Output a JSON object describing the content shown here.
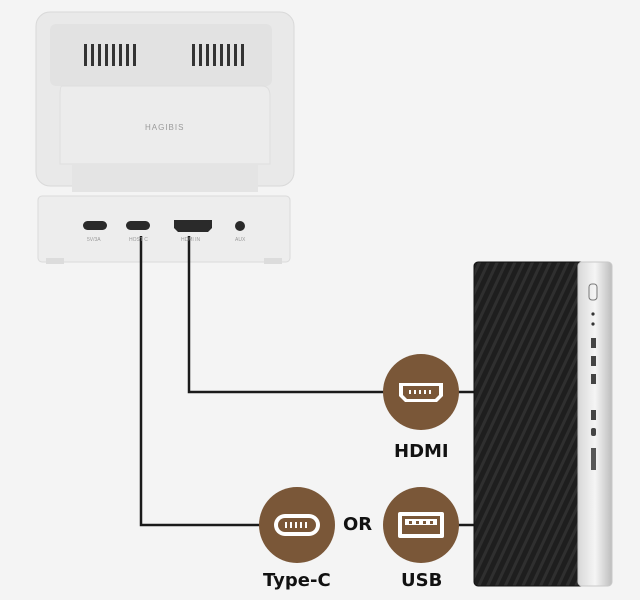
{
  "device": {
    "brand": "HAGIBIS",
    "ports": [
      "5V/3A",
      "HOST C",
      "HDMI IN",
      "AUX"
    ]
  },
  "connectors": {
    "hdmi": "HDMI",
    "typec": "Type-C",
    "or": "OR",
    "usb": "USB"
  },
  "colors": {
    "connector_fill": "#7a5738",
    "cable": "#1a1a1a",
    "background": "#f4f4f4"
  }
}
